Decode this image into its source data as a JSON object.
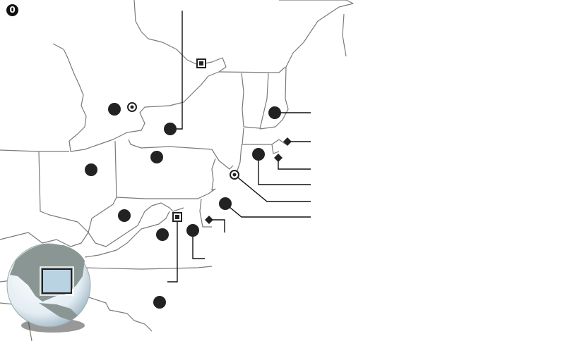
{
  "badge": {
    "label": "0"
  },
  "colors": {
    "border": "#7a7a7a",
    "marker": "#222222",
    "globe_land": "#8a9694",
    "globe_highlight": "#b9d3e3"
  },
  "markers": [
    {
      "type": "dot"
    },
    {
      "type": "dot"
    },
    {
      "type": "dot"
    },
    {
      "type": "dot"
    },
    {
      "type": "dot"
    },
    {
      "type": "dot"
    },
    {
      "type": "dot"
    },
    {
      "type": "dot"
    },
    {
      "type": "dot"
    },
    {
      "type": "dot"
    },
    {
      "type": "dot"
    },
    {
      "type": "target"
    },
    {
      "type": "target"
    },
    {
      "type": "square"
    },
    {
      "type": "square"
    },
    {
      "type": "diamond"
    },
    {
      "type": "diamond"
    },
    {
      "type": "diamond"
    }
  ]
}
